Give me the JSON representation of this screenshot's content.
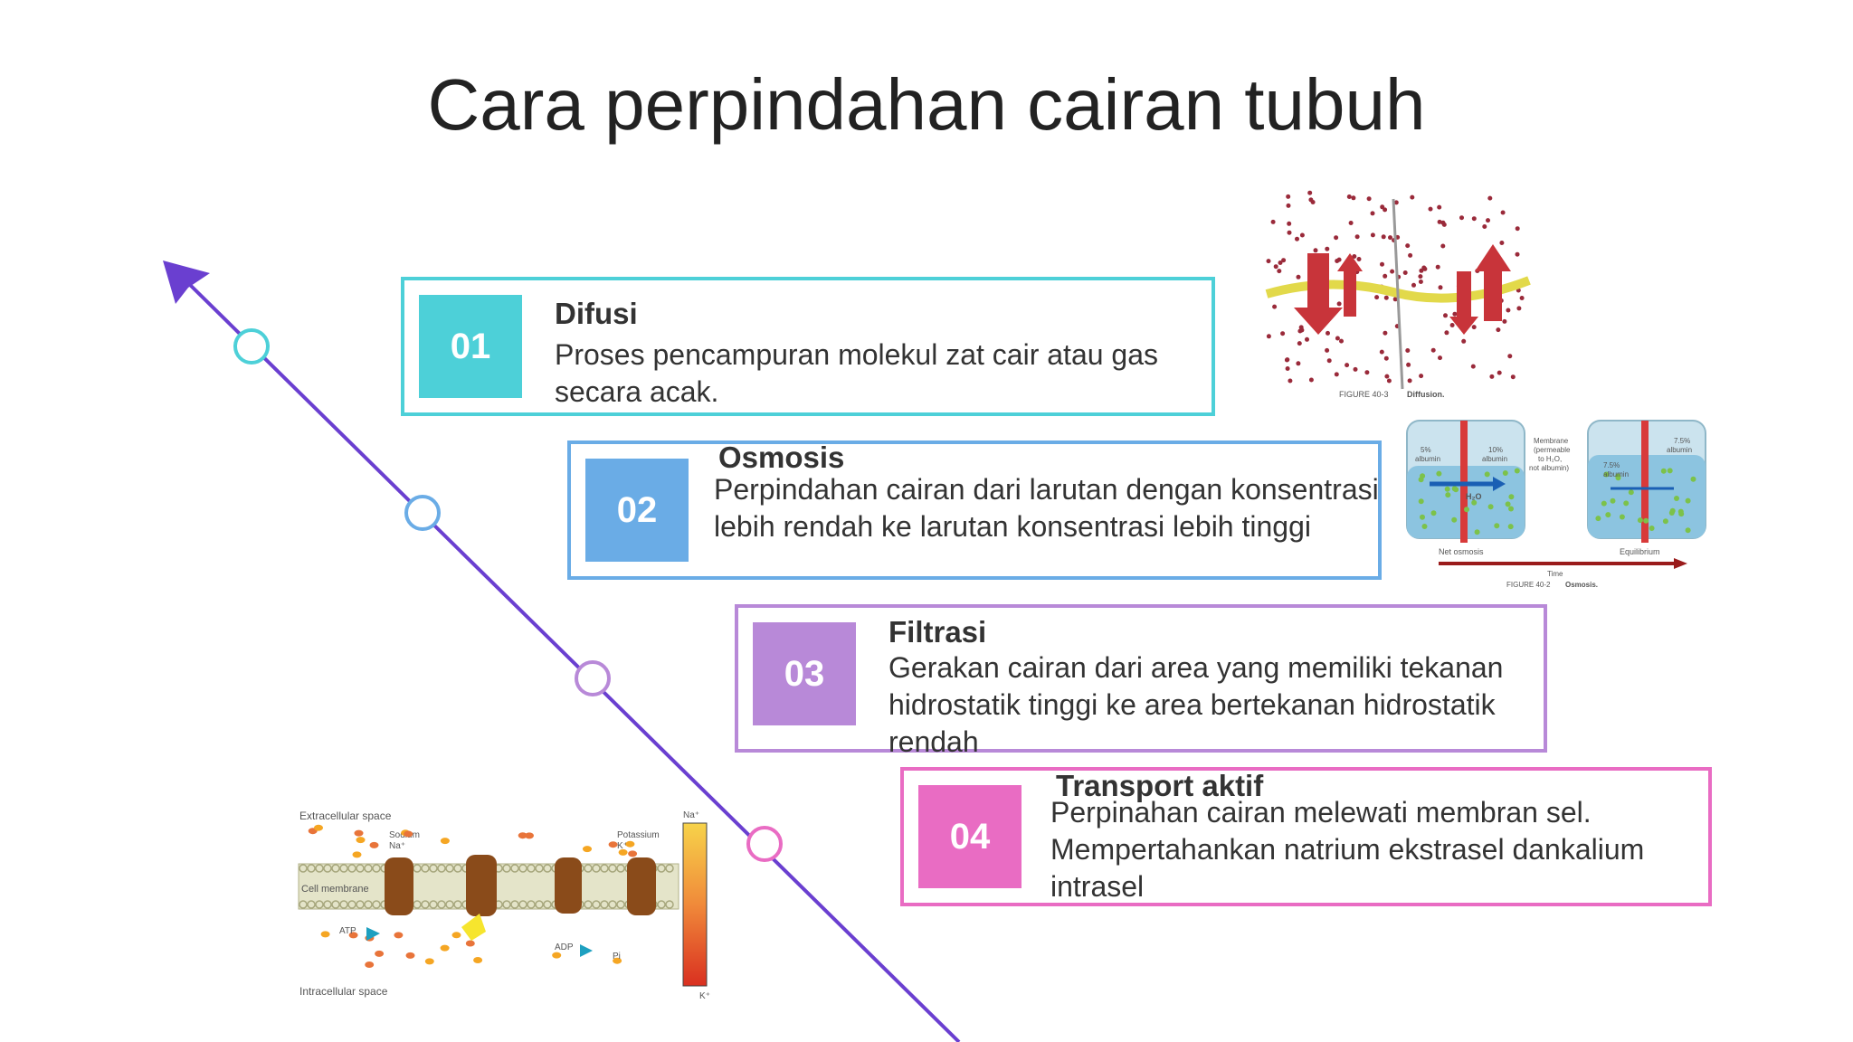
{
  "slide": {
    "title": "Cara perpindahan cairan tubuh"
  },
  "colors": {
    "timeline_line": "#6a3fd0",
    "step1": "#4dd0d8",
    "step2": "#6aace6",
    "step3": "#b889d8",
    "step4": "#e96cc3"
  },
  "steps": [
    {
      "number": "01",
      "title": "Difusi",
      "body": "Proses pencampuran molekul zat cair atau gas secara acak."
    },
    {
      "number": "02",
      "title": "Osmosis",
      "body": "Perpindahan cairan dari larutan dengan konsentrasi lebih rendah ke larutan konsentrasi lebih tinggi"
    },
    {
      "number": "03",
      "title": "Filtrasi",
      "body": "Gerakan cairan dari area yang memiliki tekanan hidrostatik tinggi ke area bertekanan hidrostatik rendah"
    },
    {
      "number": "04",
      "title": "Transport aktif",
      "body": "Perpinahan cairan melewati membran sel. Mempertahankan natrium ekstrasel dankalium intrasel"
    }
  ],
  "figures": {
    "diffusion": {
      "caption_label": "FIGURE 40-3",
      "caption_text": "Diffusion."
    },
    "osmosis": {
      "left_label_1": "5%",
      "left_label_2": "albumin",
      "mid_label_1": "10%",
      "mid_label_2": "albumin",
      "membrane_label": "Membrane",
      "membrane_note_1": "(permeable",
      "membrane_note_2": "to H₂O,",
      "membrane_note_3": "not albumin)",
      "right_label_1": "7.5%",
      "right_label_2": "albumin",
      "right_label_3": "7.5%",
      "right_label_4": "albumin",
      "water_label": "H₂O",
      "net_osmosis": "Net osmosis",
      "equilibrium": "Equilibrium",
      "time": "Time",
      "caption_label": "FIGURE 40-2",
      "caption_text": "Osmosis."
    },
    "transport": {
      "extracellular": "Extracellular space",
      "sodium": "Sodium",
      "sodium_ion": "Na⁺",
      "potassium": "Potassium",
      "potassium_ion": "K⁺",
      "cell_membrane": "Cell membrane",
      "atp": "ATP",
      "adp": "ADP",
      "pi": "Pi",
      "intracellular": "Intracellular space",
      "gradient_top": "Na⁺",
      "gradient_bottom": "K⁺"
    }
  }
}
